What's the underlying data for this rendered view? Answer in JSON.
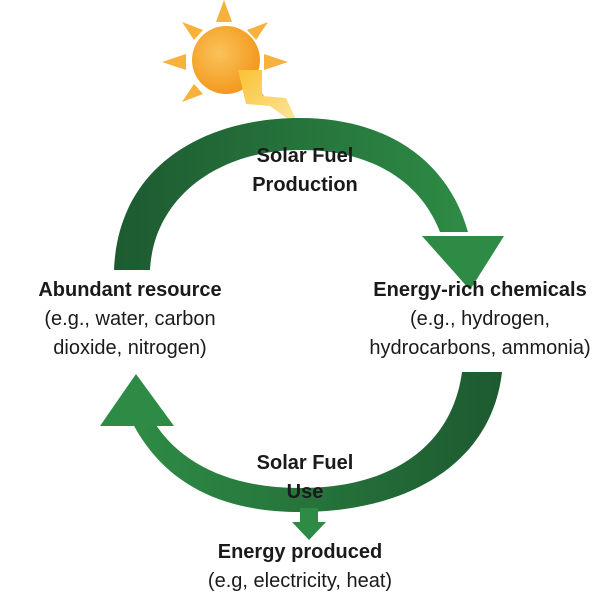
{
  "cycle": {
    "production_line1": "Solar Fuel",
    "production_line2": "Production",
    "use_line1": "Solar Fuel",
    "use_line2": "Use"
  },
  "left_node": {
    "title": "Abundant resource",
    "detail_line1": "(e.g., water, carbon",
    "detail_line2": "dioxide, nitrogen)"
  },
  "right_node": {
    "title": "Energy-rich chemicals",
    "detail_line1": "(e.g., hydrogen,",
    "detail_line2": "hydrocarbons, ammonia)"
  },
  "bottom_node": {
    "title": "Energy produced",
    "detail": "(e.g, electricity, heat)"
  },
  "colors": {
    "arrow_dark": "#1d5a30",
    "arrow_light": "#2e8b45",
    "sun_core": "#f7a42c",
    "sun_ray": "#f8b13c",
    "lightning": "#f9c233",
    "text": "#1a1a1a"
  },
  "icons": {
    "sun": "sun-icon",
    "lightning": "lightning-bolt-icon"
  }
}
